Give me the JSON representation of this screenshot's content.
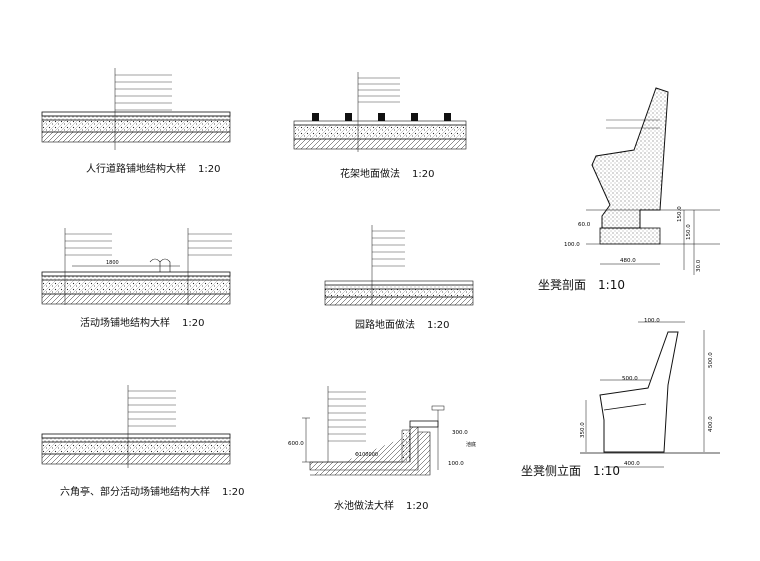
{
  "captions": {
    "sidewalk": {
      "title": "人行道路铺地结构大样",
      "scale": "1:20"
    },
    "pergola": {
      "title": "花架地面做法",
      "scale": "1:20"
    },
    "activity": {
      "title": "活动场铺地结构大样",
      "scale": "1:20"
    },
    "path": {
      "title": "园路地面做法",
      "scale": "1:20"
    },
    "pavilion": {
      "title": "六角亭、部分活动场铺地结构大样",
      "scale": "1:20"
    },
    "pool": {
      "title": "水池做法大样",
      "scale": "1:20"
    },
    "bench_section": {
      "title": "坐凳剖面",
      "scale": "1:10"
    },
    "bench_side": {
      "title": "坐凳侧立面",
      "scale": "1:10"
    }
  },
  "dimensions": {
    "activity_span": "1800",
    "pool_height": "600.0",
    "pool_pipe": "Φ100000",
    "pool_coping": "300.0",
    "pool_wall": "100.0",
    "pool_note": "池底",
    "section_60": "60.0",
    "section_100": "100.0",
    "section_150": "150.0",
    "section_150b": "150.0",
    "section_30": "30.0",
    "section_480": "480.0",
    "side_100": "100.0",
    "side_500w": "500.0",
    "side_500h": "500.0",
    "side_350": "350.0",
    "side_400h": "400.0",
    "side_400w": "400.0"
  },
  "colors": {
    "ink": "#111111",
    "hatch": "#333333",
    "fill_dark": "#222222"
  }
}
